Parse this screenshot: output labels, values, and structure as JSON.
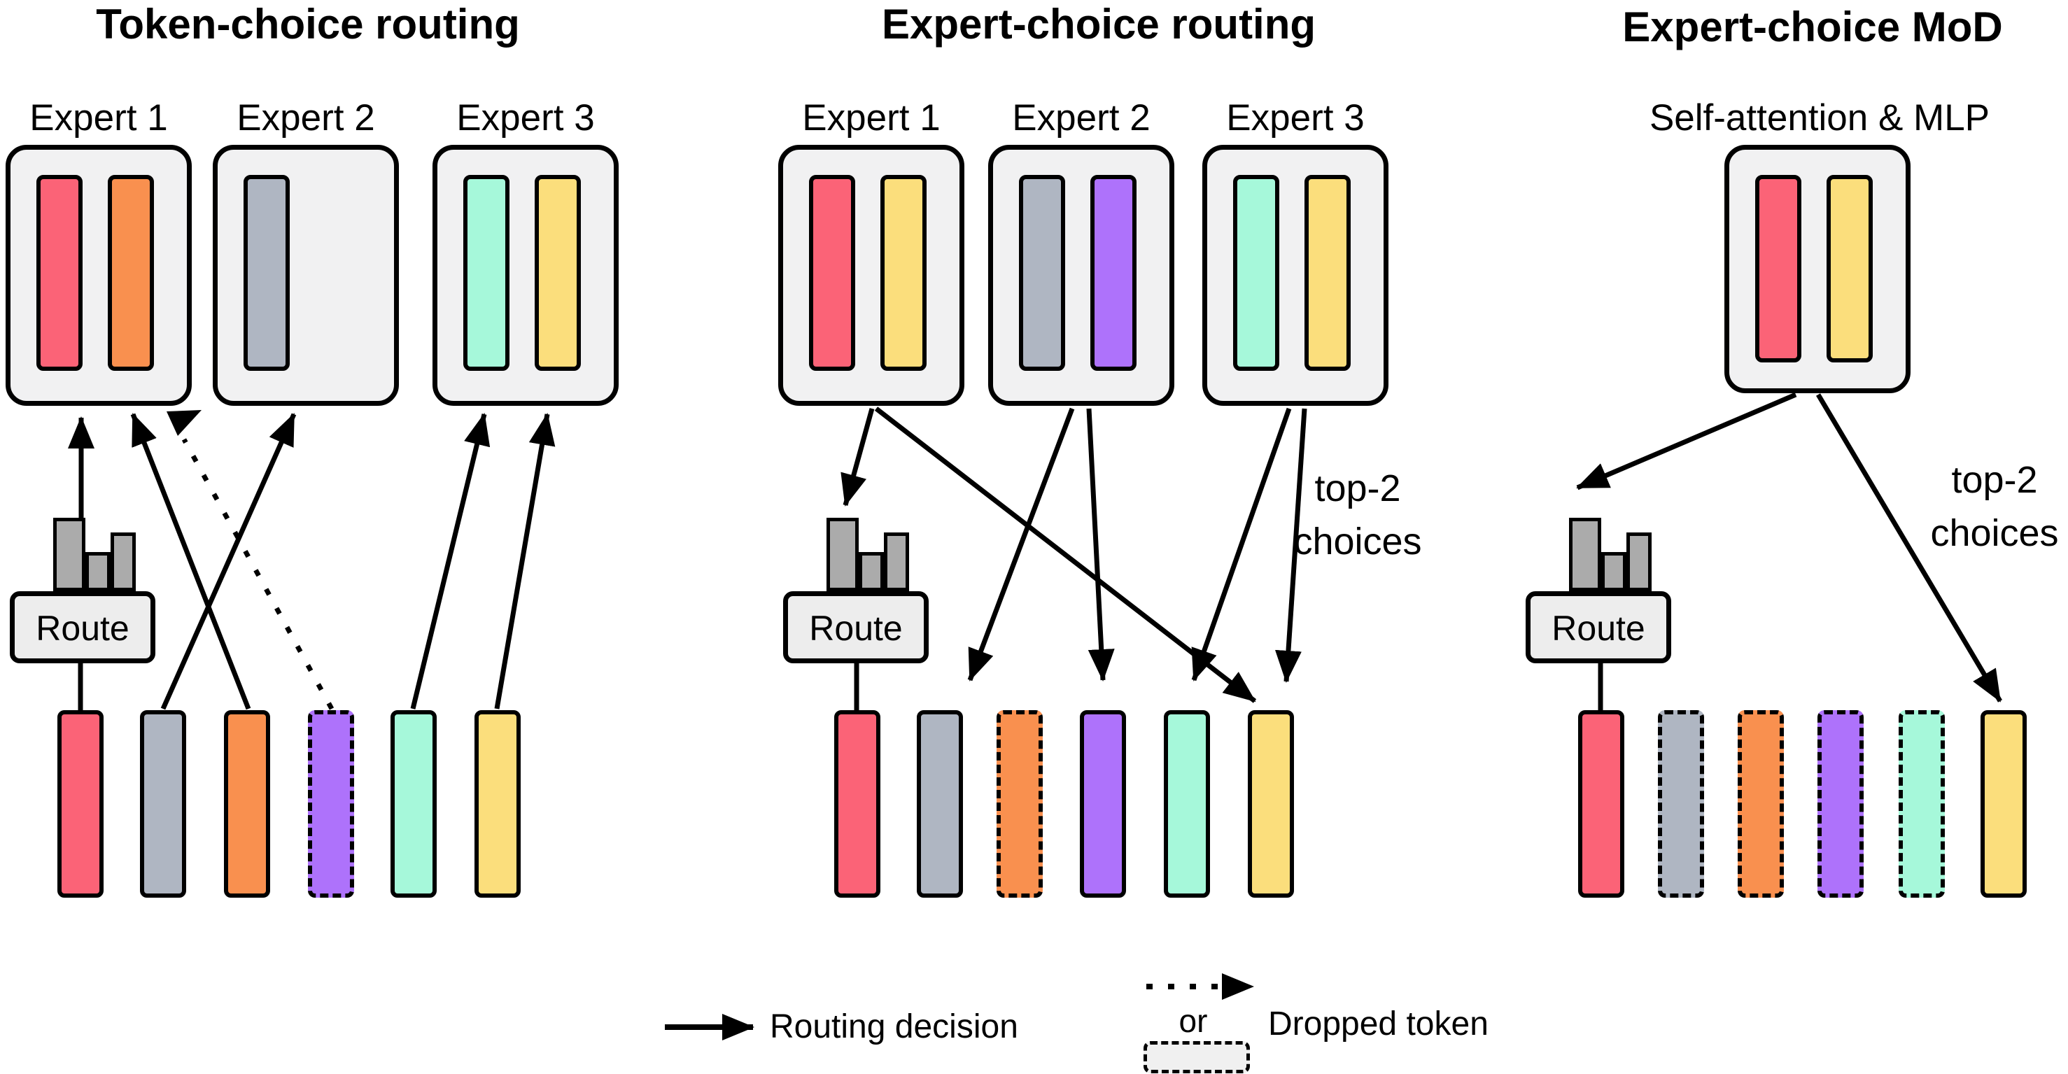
{
  "colors": {
    "red": "#FB6377",
    "orange": "#F9904F",
    "gray": "#AFB6C2",
    "purple": "#AE72FB",
    "mint": "#A6F8DA",
    "yellow": "#FBDE7C",
    "box_bg": "#F1F1F2",
    "route_bg": "#EDEDED",
    "hist_bar": "#ABABAB",
    "outline": "#000000"
  },
  "panels": [
    {
      "title": "Token-choice routing",
      "experts": [
        {
          "label": "Expert 1",
          "bars": [
            "red",
            "orange"
          ]
        },
        {
          "label": "Expert 2",
          "bars": [
            "gray"
          ]
        },
        {
          "label": "Expert 3",
          "bars": [
            "mint",
            "yellow"
          ]
        }
      ],
      "router": {
        "label": "Route"
      },
      "tokens": [
        {
          "color": "red",
          "dropped": false
        },
        {
          "color": "gray",
          "dropped": false
        },
        {
          "color": "orange",
          "dropped": false
        },
        {
          "color": "purple",
          "dropped": true
        },
        {
          "color": "mint",
          "dropped": false
        },
        {
          "color": "yellow",
          "dropped": false
        }
      ]
    },
    {
      "title": "Expert-choice routing",
      "experts": [
        {
          "label": "Expert 1",
          "bars": [
            "red",
            "yellow"
          ]
        },
        {
          "label": "Expert 2",
          "bars": [
            "gray",
            "purple"
          ]
        },
        {
          "label": "Expert 3",
          "bars": [
            "mint",
            "yellow"
          ]
        }
      ],
      "router": {
        "label": "Route"
      },
      "annotation": {
        "lines": [
          "top-2",
          "choices"
        ]
      },
      "tokens": [
        {
          "color": "red",
          "dropped": false
        },
        {
          "color": "gray",
          "dropped": false
        },
        {
          "color": "orange",
          "dropped": true
        },
        {
          "color": "purple",
          "dropped": false
        },
        {
          "color": "mint",
          "dropped": false
        },
        {
          "color": "yellow",
          "dropped": false
        }
      ]
    },
    {
      "title": "Expert-choice MoD",
      "experts": [
        {
          "label": "Self-attention & MLP",
          "bars": [
            "red",
            "yellow"
          ]
        }
      ],
      "router": {
        "label": "Route"
      },
      "annotation": {
        "lines": [
          "top-2",
          "choices"
        ]
      },
      "tokens": [
        {
          "color": "red",
          "dropped": false
        },
        {
          "color": "gray",
          "dropped": true
        },
        {
          "color": "orange",
          "dropped": true
        },
        {
          "color": "purple",
          "dropped": true
        },
        {
          "color": "mint",
          "dropped": true
        },
        {
          "color": "yellow",
          "dropped": false
        }
      ]
    }
  ],
  "legend": {
    "routing_label": "Routing decision",
    "or_label": "or",
    "dropped_label": "Dropped token"
  }
}
